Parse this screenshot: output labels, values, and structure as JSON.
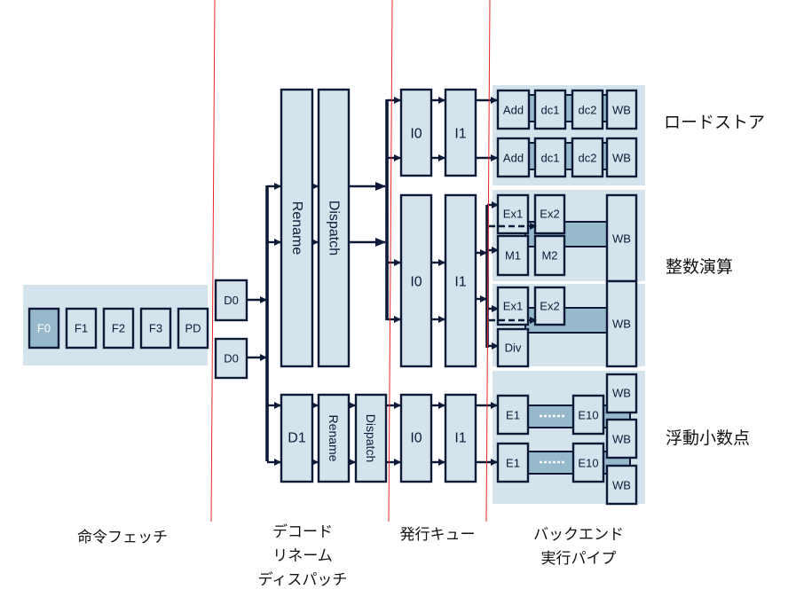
{
  "stages": {
    "fetch": {
      "label": "命令フェッチ",
      "boxes": [
        "F0",
        "F1",
        "F2",
        "F3",
        "PD"
      ],
      "highlighted": "F0"
    },
    "decode": {
      "label_lines": [
        "デコード",
        "リネーム",
        "ディスパッチ"
      ],
      "d0": "D0",
      "d1": "D1",
      "rename": "Rename",
      "dispatch": "Dispatch"
    },
    "issue": {
      "label": "発行キュー",
      "i0": "I0",
      "i1": "I1"
    },
    "backend": {
      "label_lines": [
        "バックエンド",
        "実行パイプ"
      ],
      "load_store": {
        "title": "ロードストア",
        "pipes": [
          [
            "Add",
            "dc1",
            "dc2",
            "WB"
          ],
          [
            "Add",
            "dc1",
            "dc2",
            "WB"
          ]
        ]
      },
      "integer": {
        "title": "整数演算",
        "pipe1": {
          "ex1": "Ex1",
          "ex2": "Ex2",
          "m1": "M1",
          "m2": "M2",
          "wb": "WB"
        },
        "pipe2": {
          "ex1": "Ex1",
          "ex2": "Ex2",
          "div": "Div",
          "wb": "WB"
        }
      },
      "floating_point": {
        "title": "浮動小数点",
        "pipes": [
          {
            "first": "E1",
            "last": "E10"
          },
          {
            "first": "E1",
            "last": "E10"
          }
        ],
        "wb": [
          "WB",
          "WB",
          "WB"
        ]
      }
    }
  },
  "colors": {
    "box_fill": "#d5e3ed",
    "highlight_fill": "#96b9cc",
    "stroke": "#0c1a38",
    "divider": "#e8262a"
  }
}
